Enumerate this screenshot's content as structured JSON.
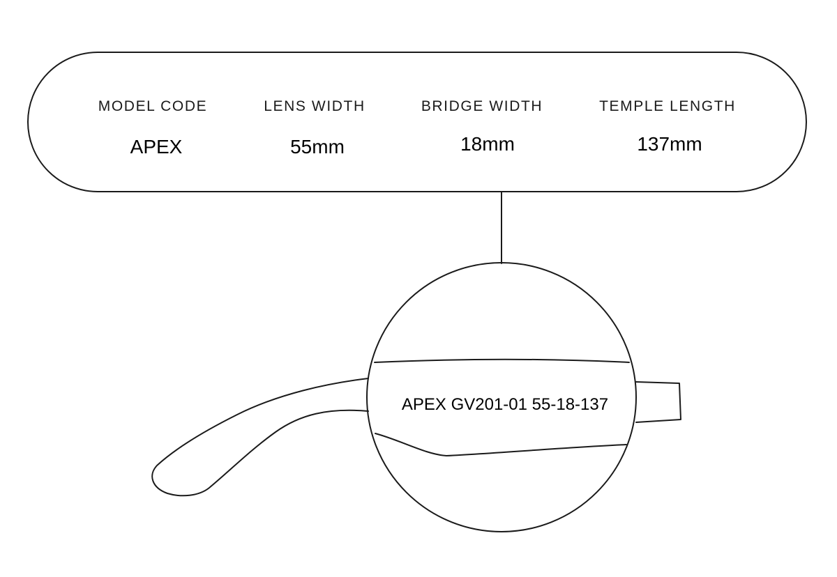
{
  "specs": [
    {
      "label": "MODEL CODE",
      "value": "APEX"
    },
    {
      "label": "LENS WIDTH",
      "value": "55mm"
    },
    {
      "label": "BRIDGE WIDTH",
      "value": "18mm"
    },
    {
      "label": "TEMPLE LENGTH",
      "value": "137mm"
    }
  ],
  "engraving": "APEX GV201-01 55-18-137",
  "colors": {
    "line": "#1a1a1a",
    "text": "#000000",
    "background": "#ffffff"
  }
}
